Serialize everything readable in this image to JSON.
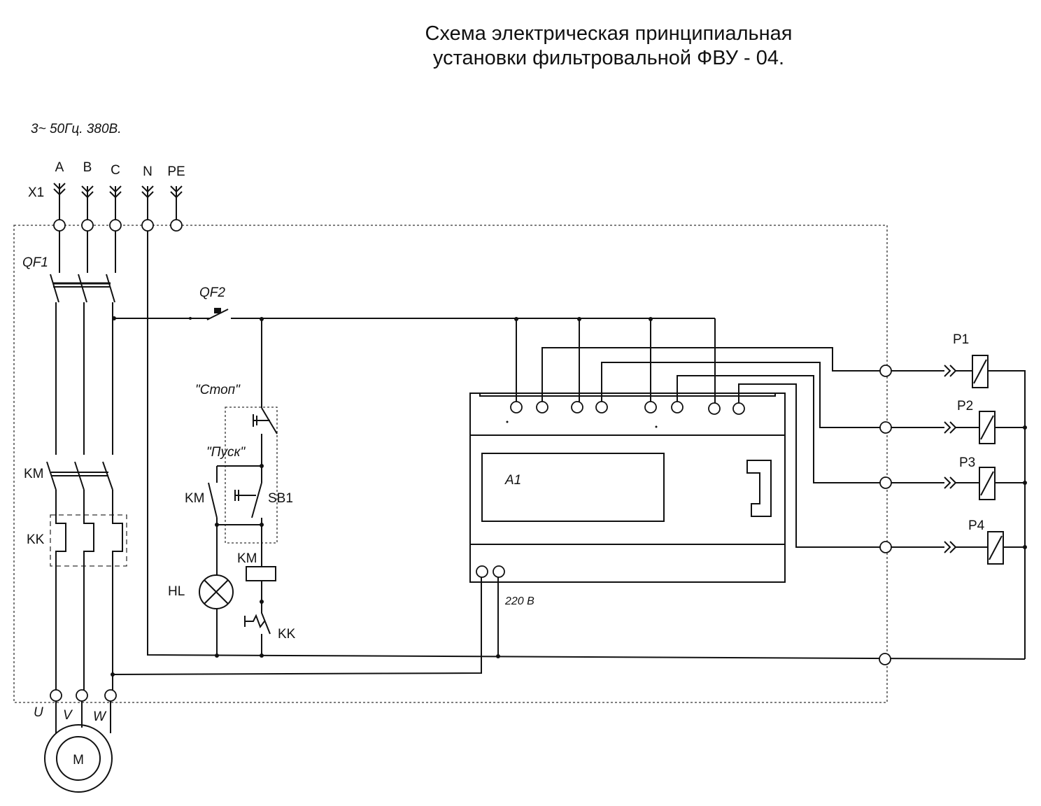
{
  "title": {
    "line1": "Схема электрическая принципиальная",
    "line2": "установки фильтровальной ФВУ - 04."
  },
  "supply": "3~ 50Гц. 380В.",
  "terminals": {
    "connector": "X1",
    "phases": [
      "A",
      "B",
      "C",
      "N",
      "PE"
    ],
    "motor_outputs": [
      "U",
      "V",
      "W"
    ]
  },
  "components": {
    "main_breaker": "QF1",
    "control_breaker": "QF2",
    "contactor_main": "KM",
    "thermal_relay": "KK",
    "stop_button": "\"Стоп\"",
    "start_button": "\"Пуск\"",
    "button_block": "SB1",
    "contactor_aux": "KM",
    "coil": "KM",
    "thermal_contact": "KK",
    "lamp": "HL",
    "controller": "A1",
    "controller_supply": "220 В",
    "motor": "M"
  },
  "valves": [
    "P1",
    "P2",
    "P3",
    "P4"
  ]
}
